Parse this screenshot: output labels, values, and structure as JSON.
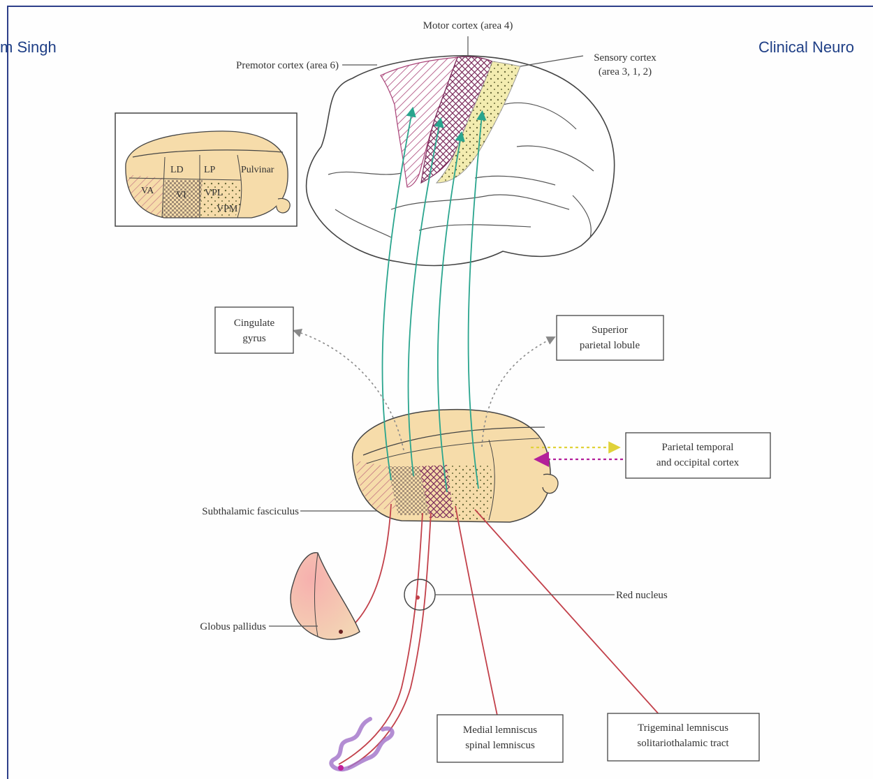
{
  "header": {
    "left_text": "m Singh",
    "right_text": "Clinical Neuro"
  },
  "diagram": {
    "labels": {
      "motor_cortex": "Motor cortex (area 4)",
      "premotor_cortex": "Premotor cortex (area 6)",
      "sensory_cortex_line1": "Sensory cortex",
      "sensory_cortex_line2": "(area 3, 1, 2)",
      "cingulate_line1": "Cingulate",
      "cingulate_line2": "gyrus",
      "superior_line1": "Superior",
      "superior_line2": "parietal lobule",
      "parietal_line1": "Parietal temporal",
      "parietal_line2": "and occipital cortex",
      "subthalamic": "Subthalamic fasciculus",
      "red_nucleus": "Red nucleus",
      "globus_pallidus": "Globus pallidus",
      "medial_line1": "Medial lemniscus",
      "medial_line2": "spinal lemniscus",
      "trigeminal_line1": "Trigeminal lemniscus",
      "trigeminal_line2": "solitariothalamic tract"
    },
    "inset_labels": {
      "ld": "LD",
      "lp": "LP",
      "pulvinar": "Pulvinar",
      "va": "VA",
      "vl": "VI",
      "vpl": "VPL",
      "vpm": "VPM"
    },
    "colors": {
      "thalamus_fill": "#f6dcaa",
      "motor_hatch": "#a0306a",
      "sensory_fill": "#f3ecb0",
      "tract_green": "#2aa58e",
      "tract_red": "#c2404a",
      "dotted_gray": "#8a8a8a",
      "arrow_yellow": "#e0d23a",
      "arrow_magenta": "#b3209a"
    }
  }
}
